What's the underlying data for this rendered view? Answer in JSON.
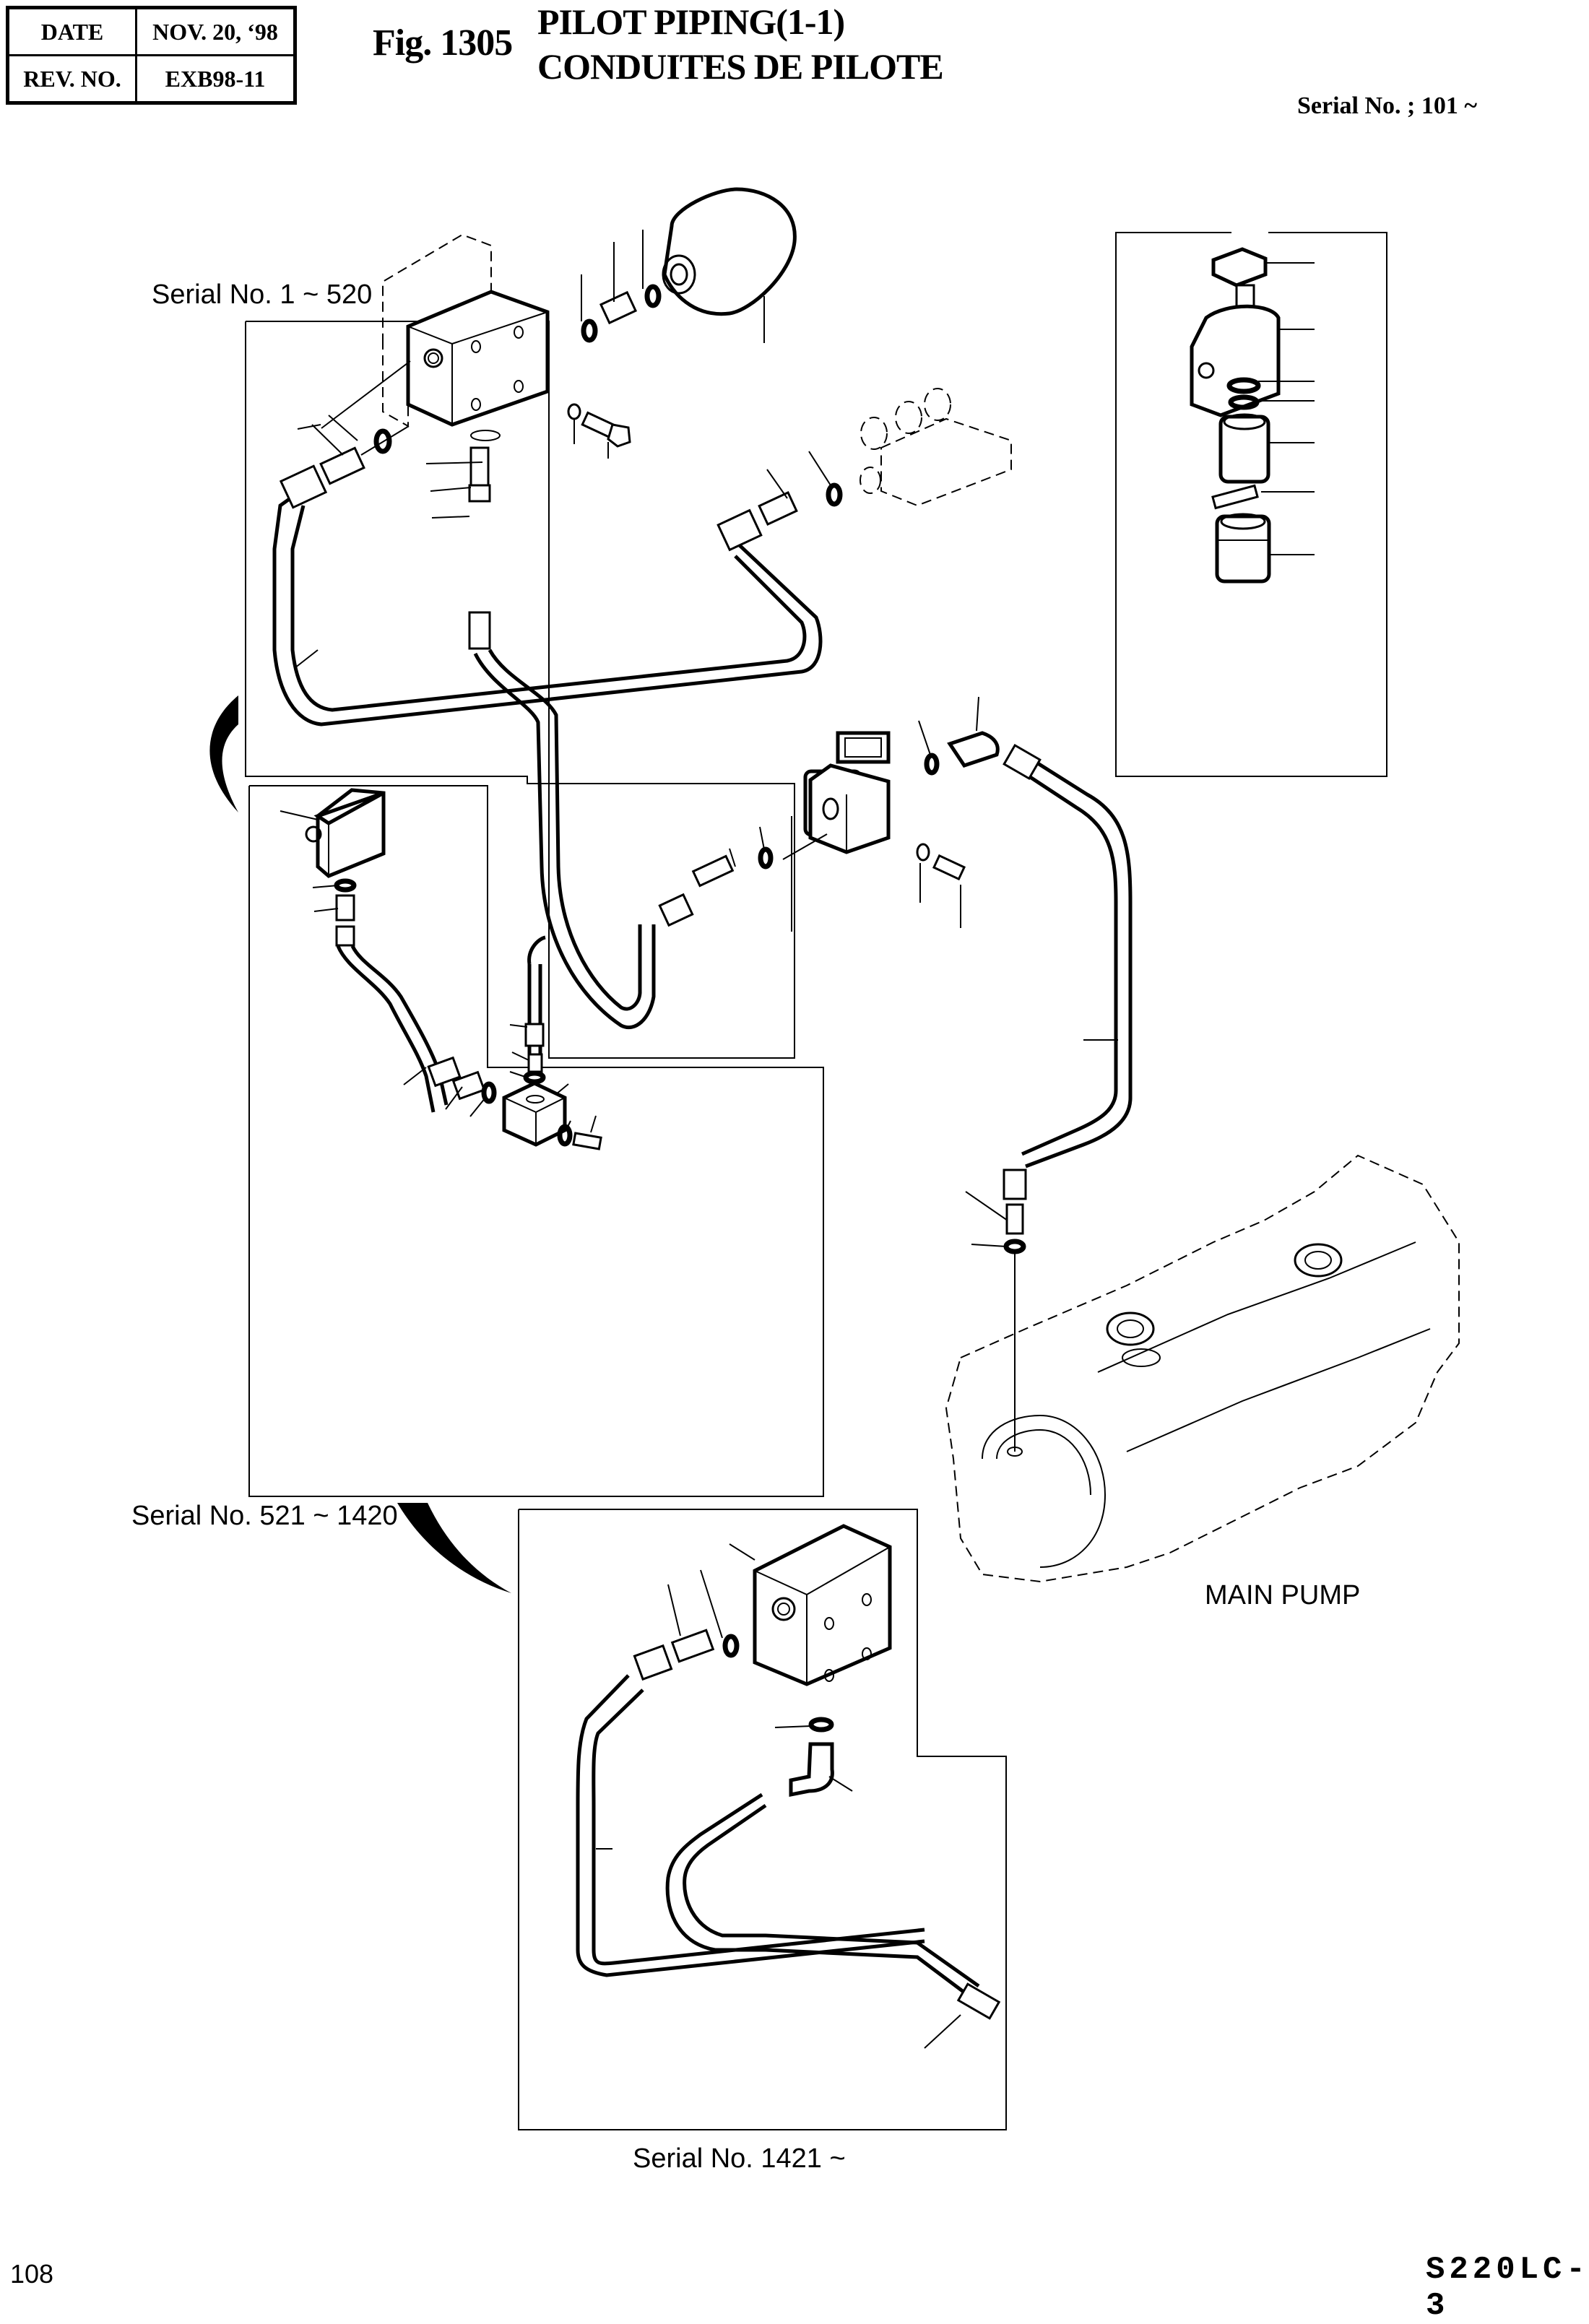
{
  "header": {
    "date_label": "DATE",
    "date_value": "NOV. 20, ‘98",
    "rev_label": "REV. NO.",
    "rev_value": "EXB98-11",
    "figure_number": "Fig. 1305",
    "title_en": "PILOT PIPING(1-1)",
    "title_fr": "CONDUITES DE PILOTE",
    "serial_range": "Serial No. ; 101 ~"
  },
  "diagram": {
    "views": [
      {
        "id": "view-1",
        "label": "Serial No. 1 ~ 520"
      },
      {
        "id": "view-2",
        "label": "Serial No. 521 ~ 1420"
      },
      {
        "id": "view-3",
        "label": "Serial No. 1421 ~"
      }
    ],
    "component_labels": {
      "main_pump": "MAIN PUMP"
    },
    "icons": {
      "variant_arrow_1": "curved-arrow-icon",
      "variant_arrow_2": "curved-arrow-icon"
    }
  },
  "footer": {
    "page_number": "108",
    "model": "S220LC-3"
  }
}
